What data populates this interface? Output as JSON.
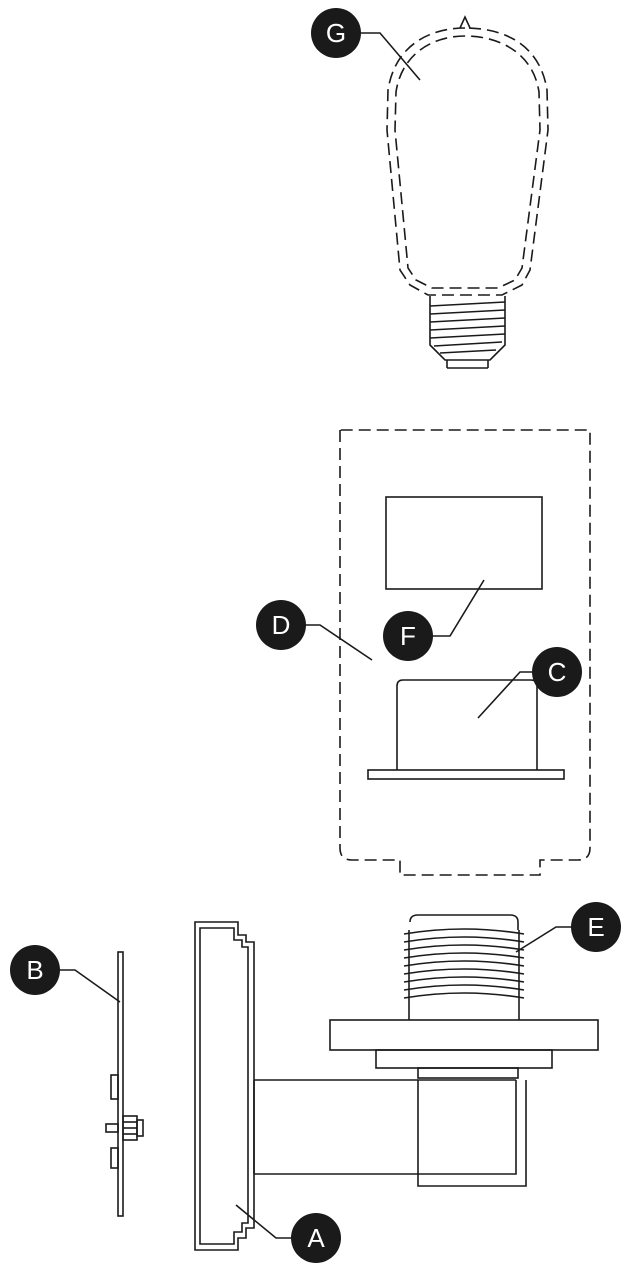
{
  "diagram": {
    "callouts": {
      "a": "A",
      "b": "B",
      "c": "C",
      "d": "D",
      "e": "E",
      "f": "F",
      "g": "G"
    },
    "colors": {
      "line": "#1a1a1a",
      "callout_fill": "#1a1a1a",
      "callout_text": "#ffffff",
      "background": "#ffffff"
    }
  }
}
